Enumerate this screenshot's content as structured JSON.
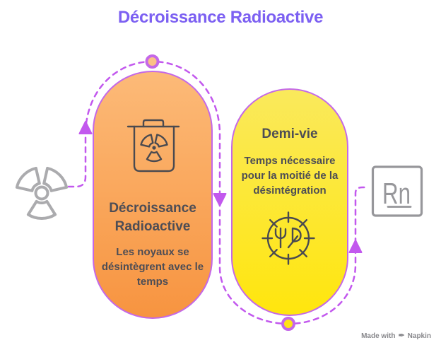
{
  "title": "Décroissance Radioactive",
  "cards": {
    "decay": {
      "title": "Décroissance Radioactive",
      "description": "Les noyaux se désintègrent avec le temps",
      "icon": "radioactive-waste-bin"
    },
    "half_life": {
      "title": "Demi-vie",
      "description": "Temps nécessaire pour la moitié de la désintégration",
      "icon": "half-life-clock"
    }
  },
  "side_icons": {
    "left_icon": "radiation-trefoil",
    "element_symbol": "Rn"
  },
  "watermark": {
    "prefix": "Made with",
    "logo": "✒",
    "brand": "Napkin"
  },
  "colors": {
    "background": "#ffffff",
    "title_text": "#7c60f2",
    "accent_border": "#c468e8",
    "dash_stroke": "#c258ee",
    "card_text": "#4d4d55",
    "icon_dark": "#4a4a50",
    "icon_gray": "#ababae",
    "icon_gray_dark": "#97979b",
    "orange_top": "#fcba78",
    "orange_bottom": "#f79440",
    "yellow_top": "#fae95c",
    "yellow_bottom": "#ffe60d",
    "node_orange": "#fbc186",
    "node_yellow": "#ffe316",
    "watermark_text": "#87878b"
  }
}
